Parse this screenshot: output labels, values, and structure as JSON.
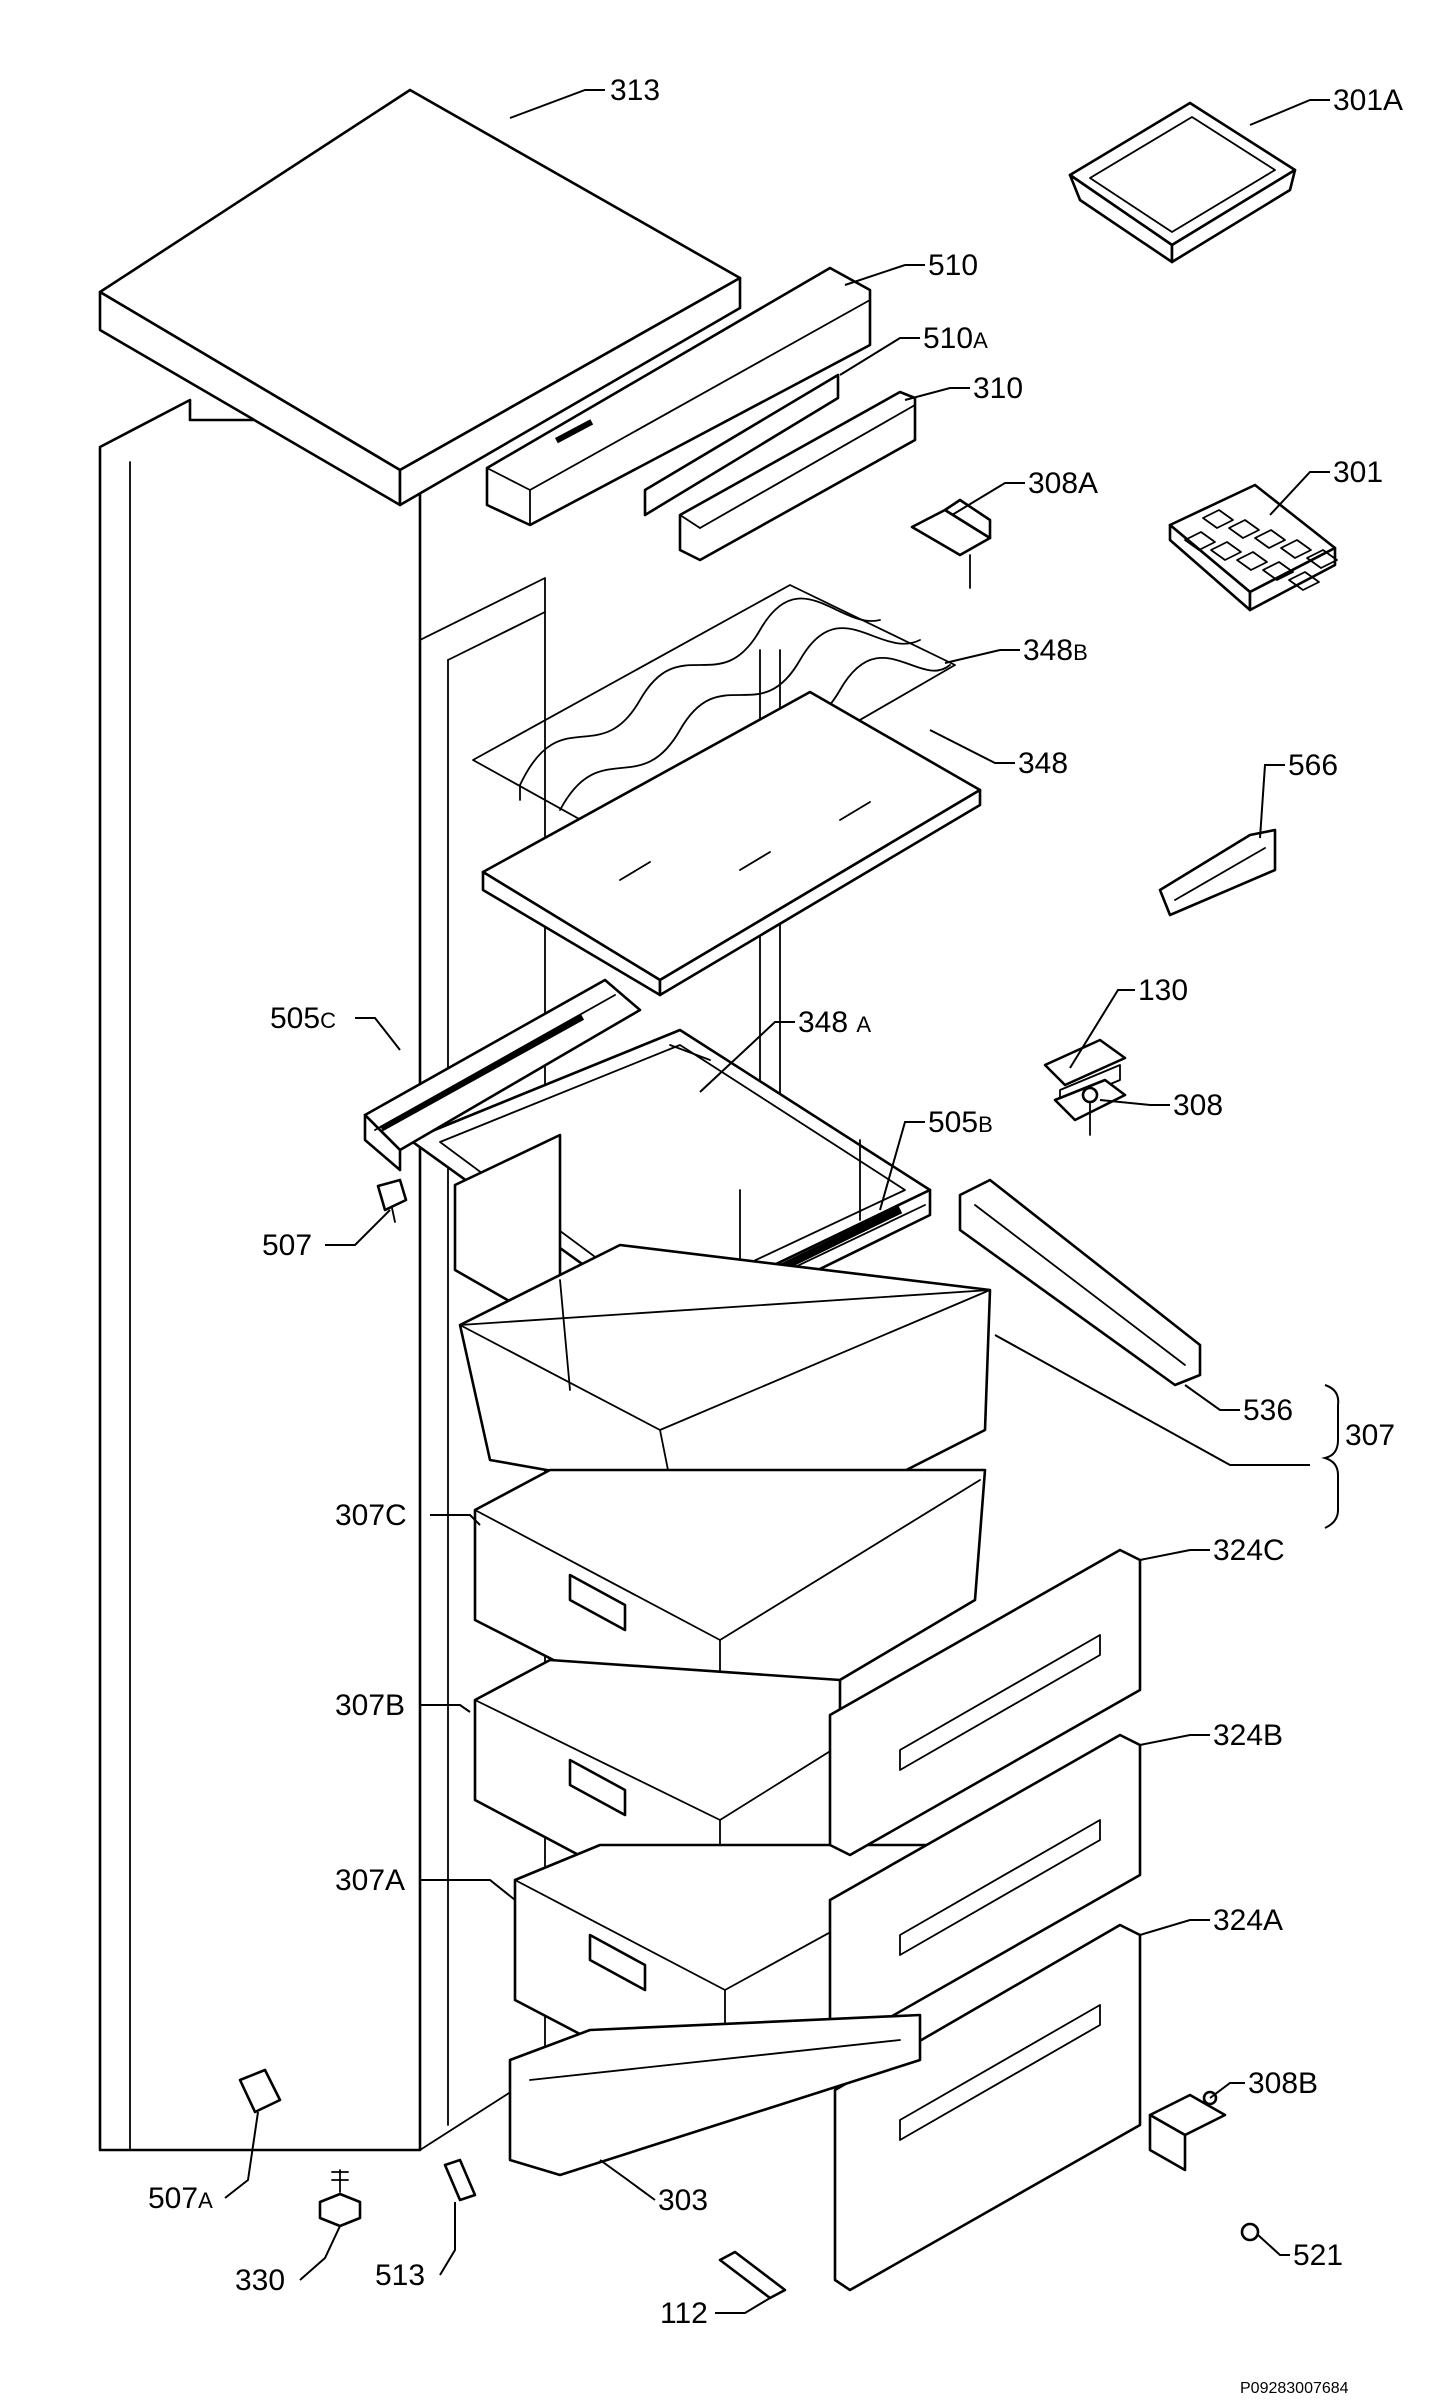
{
  "diagram": {
    "document_id": "P09283007684",
    "callouts": [
      {
        "id": "313",
        "main": "313",
        "sub": ""
      },
      {
        "id": "301A",
        "main": "301A",
        "sub": ""
      },
      {
        "id": "510",
        "main": "510",
        "sub": ""
      },
      {
        "id": "510A",
        "main": "510",
        "sub": "A"
      },
      {
        "id": "310",
        "main": "310",
        "sub": ""
      },
      {
        "id": "308A",
        "main": "308A",
        "sub": ""
      },
      {
        "id": "301",
        "main": "301",
        "sub": ""
      },
      {
        "id": "348B",
        "main": "348",
        "sub": "B"
      },
      {
        "id": "348",
        "main": "348",
        "sub": ""
      },
      {
        "id": "566",
        "main": "566",
        "sub": ""
      },
      {
        "id": "505C",
        "main": "505",
        "sub": "C"
      },
      {
        "id": "348A",
        "main": "348 ",
        "sub": "A"
      },
      {
        "id": "130",
        "main": "130",
        "sub": ""
      },
      {
        "id": "308",
        "main": "308",
        "sub": ""
      },
      {
        "id": "505B",
        "main": "505",
        "sub": "B"
      },
      {
        "id": "507",
        "main": "507",
        "sub": ""
      },
      {
        "id": "536",
        "main": "536",
        "sub": ""
      },
      {
        "id": "307",
        "main": "307",
        "sub": ""
      },
      {
        "id": "307C",
        "main": "307C",
        "sub": ""
      },
      {
        "id": "324C",
        "main": "324C",
        "sub": ""
      },
      {
        "id": "307B",
        "main": "307B",
        "sub": ""
      },
      {
        "id": "324B",
        "main": "324B",
        "sub": ""
      },
      {
        "id": "307A",
        "main": "307A",
        "sub": ""
      },
      {
        "id": "324A",
        "main": "324A",
        "sub": ""
      },
      {
        "id": "308B",
        "main": "308B",
        "sub": ""
      },
      {
        "id": "507A",
        "main": "507",
        "sub": "A"
      },
      {
        "id": "303",
        "main": "303",
        "sub": ""
      },
      {
        "id": "521",
        "main": "521",
        "sub": ""
      },
      {
        "id": "330",
        "main": "330",
        "sub": ""
      },
      {
        "id": "513",
        "main": "513",
        "sub": ""
      },
      {
        "id": "112",
        "main": "112",
        "sub": ""
      }
    ]
  }
}
